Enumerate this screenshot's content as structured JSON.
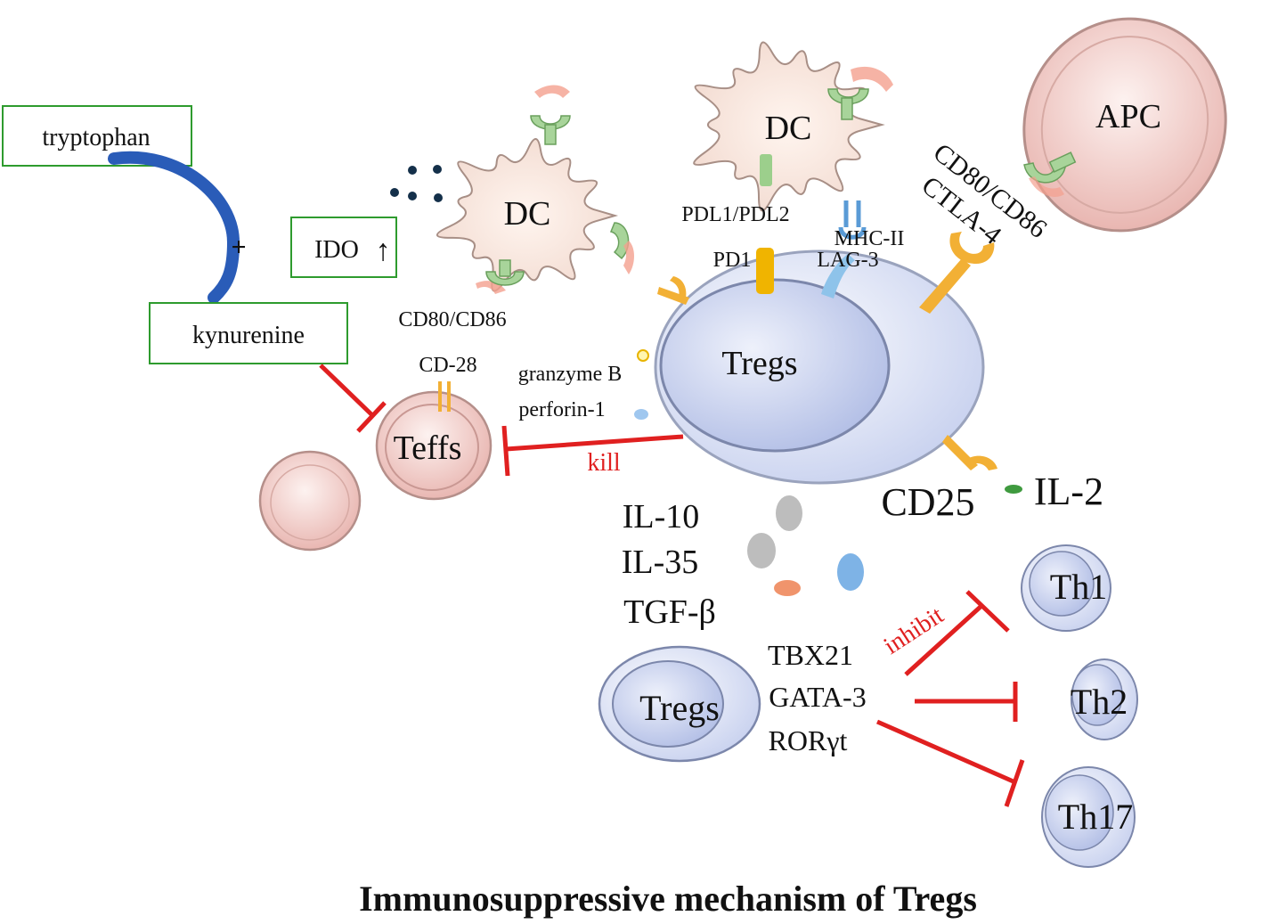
{
  "title": "Immunosuppressive mechanism of Tregs",
  "colors": {
    "box_border": "#2e9b2e",
    "inhibit_red": "#e02020",
    "treg_blue": "#c9d2ef",
    "teff_pink": "#e9b7b2",
    "arrow_blue": "#2a5cb8"
  },
  "metabolism": {
    "tryptophan": "tryptophan",
    "kynurenine": "kynurenine",
    "plus": "+",
    "ido": "IDO",
    "ido_arrow": "↑"
  },
  "cells": {
    "dc_left": "DC",
    "dc_top": "DC",
    "apc": "APC",
    "tregs_main": "Tregs",
    "teffs": "Teffs",
    "tregs_small": "Tregs",
    "th1": "Th1",
    "th2": "Th2",
    "th17": "Th17"
  },
  "receptors": {
    "cd80_cd86_left": "CD80/CD86",
    "cd28": "CD-28",
    "pdl": "PDL1/PDL2",
    "pd1": "PD1",
    "mhc": "MHC-II",
    "lag3": "LAG-3",
    "cd80_cd86_right": "CD80/CD86",
    "ctla4": "CTLA-4",
    "cd25": "CD25",
    "il2": "IL-2"
  },
  "cytotoxic": {
    "granzyme": "granzyme  B",
    "perforin": "perforin-1",
    "kill": "kill"
  },
  "cytokines": [
    "IL-10",
    "IL-35",
    "TGF-β"
  ],
  "transcription_factors": [
    "TBX21",
    "GATA-3",
    "RORγt"
  ],
  "inhibit": "inhibit"
}
